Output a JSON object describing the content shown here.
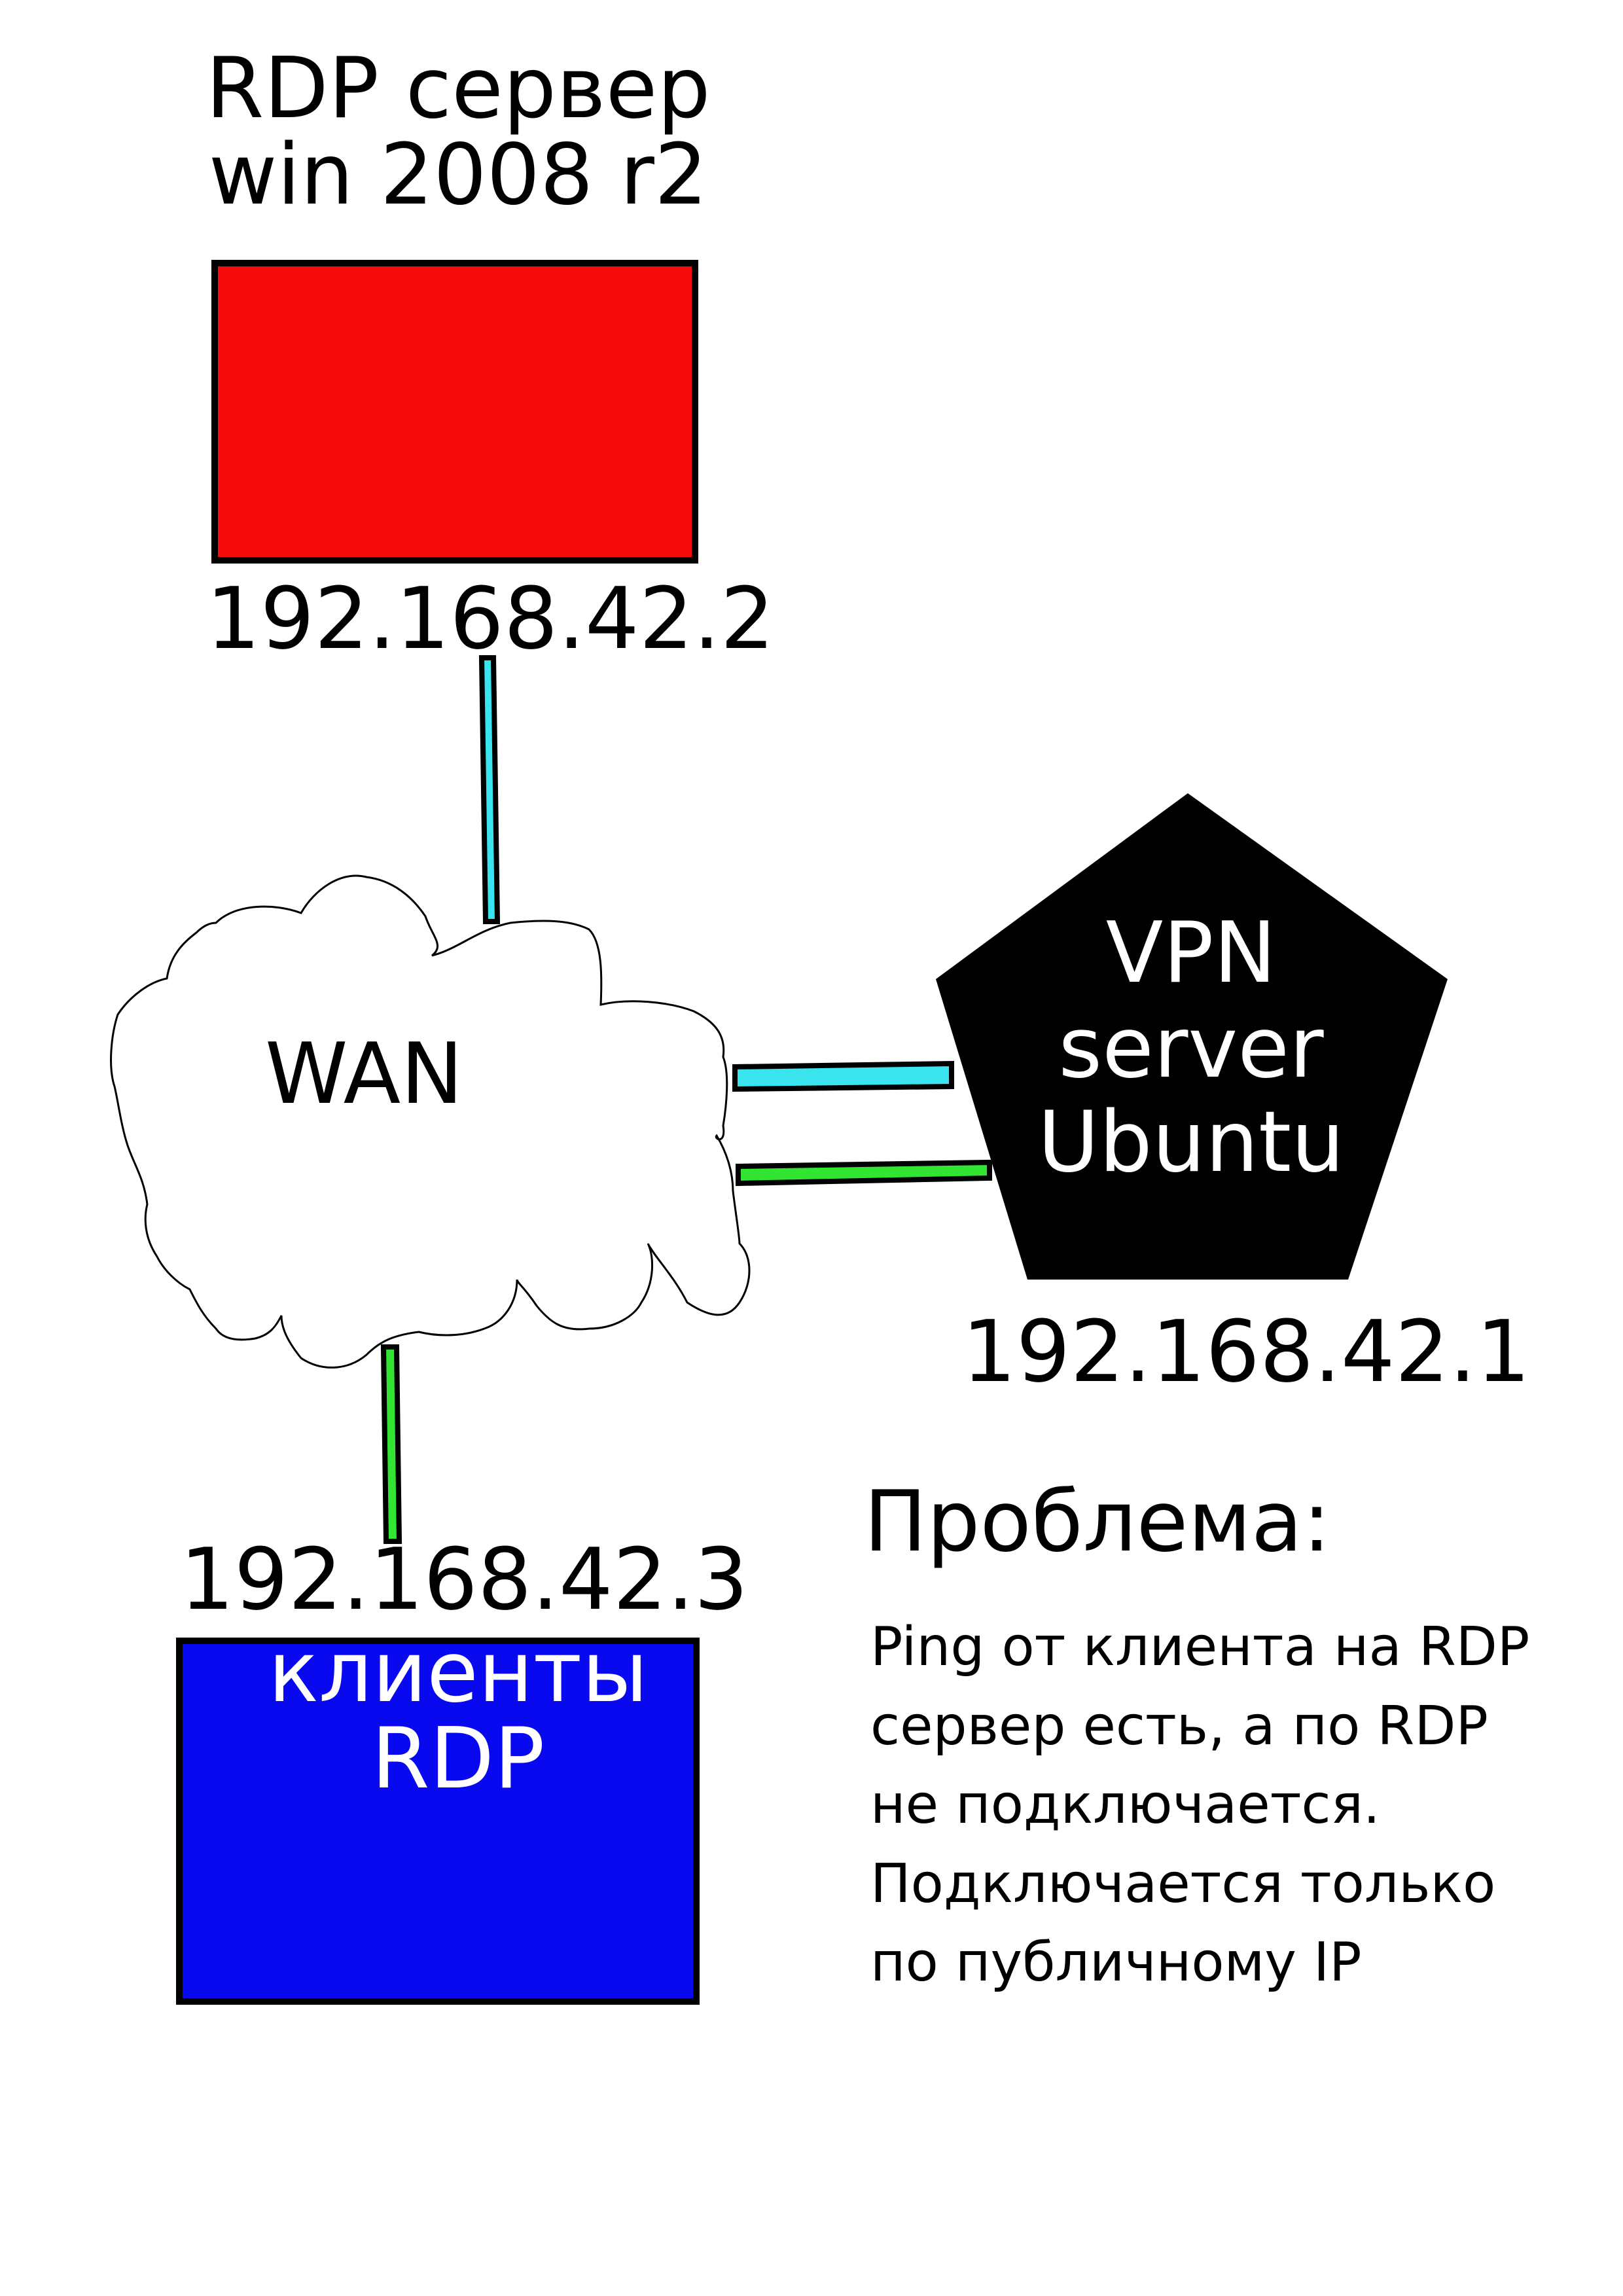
{
  "rdp_server": {
    "title": "RDP сервер\nwin 2008 r2",
    "ip": "192.168.42.2",
    "color": "#f60c0c"
  },
  "wan": {
    "label": "WAN"
  },
  "vpn_server": {
    "label": "VPN\nserver\nUbuntu",
    "ip": "192.168.42.1",
    "color": "#000000"
  },
  "clients": {
    "ip": "192.168.42.3",
    "label": "клиенты\nRDP",
    "color": "#0909f0"
  },
  "problem": {
    "title": "Проблема:",
    "text": "Ping от клиента на RDP\nсервер есть, а по RDP\nне подключается.\nПодключается только\nпо публичному IP"
  },
  "link_colors": {
    "cyan": "#39e4ee",
    "green": "#33e533"
  }
}
